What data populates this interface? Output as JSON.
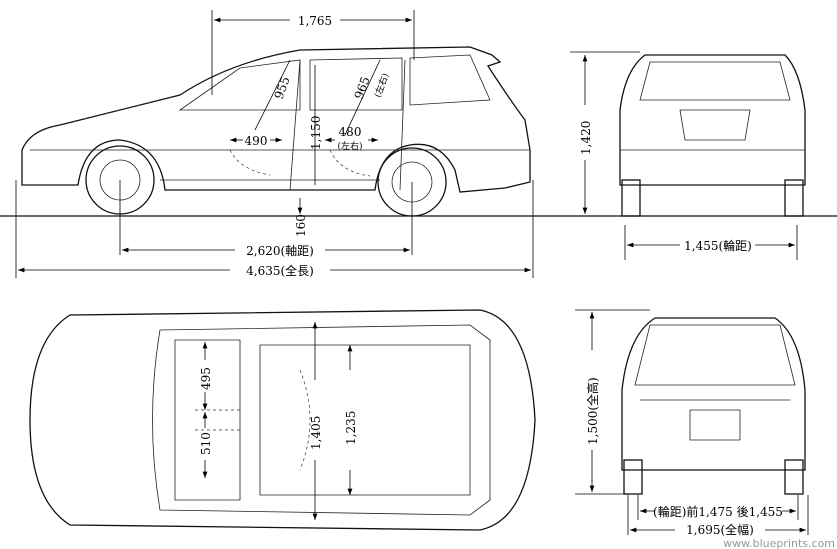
{
  "title": "Car dimension blueprint",
  "side_view": {
    "overall_top": "1,765",
    "windshield": "955",
    "rear_window": "965",
    "rear_window_note": "(左右)",
    "front_door": "490",
    "interior_height": "1,150",
    "rear_door": "480",
    "rear_door_note": "(左右)",
    "ground_clearance": "160",
    "wheelbase": "2,620(軸距)",
    "overall_length": "4,635(全長)"
  },
  "rear_view": {
    "height": "1,420",
    "track": "1,455(輪距)"
  },
  "top_view": {
    "front_seat": "495",
    "rear_seat": "510",
    "width_front": "1,405",
    "width_rear": "1,235"
  },
  "front_view": {
    "overall_height": "1,500(全高)",
    "tracks": "(輪距)前1,475 後1,455",
    "overall_width": "1,695(全幅)",
    "watermark": "www.blueprints.com"
  }
}
